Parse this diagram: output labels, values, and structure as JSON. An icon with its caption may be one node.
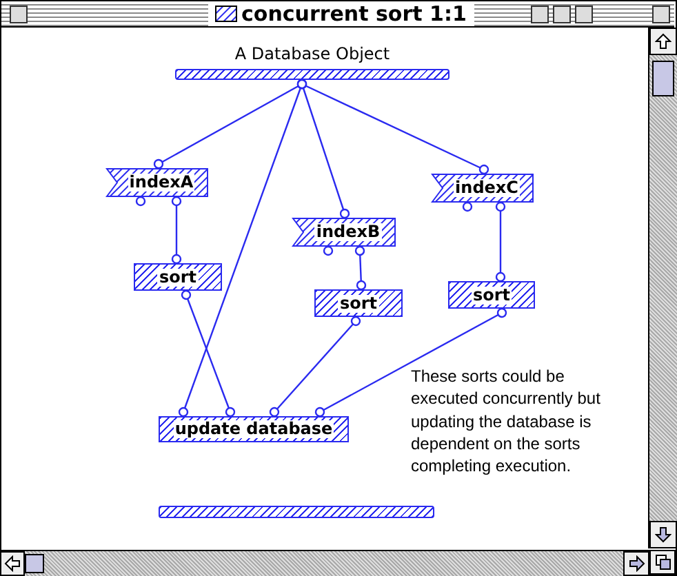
{
  "diagram": {
    "title": "concurrent sort 1:1",
    "nodes": [
      {
        "text": [
          "A Database Object"
        ]
      },
      {
        "text": [
          "indexA"
        ]
      },
      {
        "text": [
          "indexB"
        ]
      },
      {
        "text": [
          "indexC"
        ]
      },
      {
        "text": [
          "sort"
        ]
      },
      {
        "text": [
          "sort"
        ]
      },
      {
        "text": [
          "sort"
        ]
      },
      {
        "text": [
          "update database"
        ]
      },
      {
        "text": [],
        "shape": "bar"
      }
    ],
    "edges": [
      {
        "from": 0,
        "to": 1,
        "arrow": "other"
      },
      {
        "from": 0,
        "to": 7,
        "arrow": "other"
      },
      {
        "from": 0,
        "to": 2,
        "arrow": "other"
      },
      {
        "from": 0,
        "to": 3,
        "arrow": "other"
      },
      {
        "from": 1,
        "to": 4,
        "arrow": "other"
      },
      {
        "from": 2,
        "to": 5,
        "arrow": "other"
      },
      {
        "from": 3,
        "to": 6,
        "arrow": "other"
      },
      {
        "from": 4,
        "to": 7,
        "arrow": "other"
      },
      {
        "from": 5,
        "to": 7,
        "arrow": "other"
      },
      {
        "from": 6,
        "to": 7,
        "arrow": "other"
      }
    ],
    "labels": [
      "These sorts could be executed concurrently but updating the database is dependent on the sorts completing execution."
    ]
  }
}
